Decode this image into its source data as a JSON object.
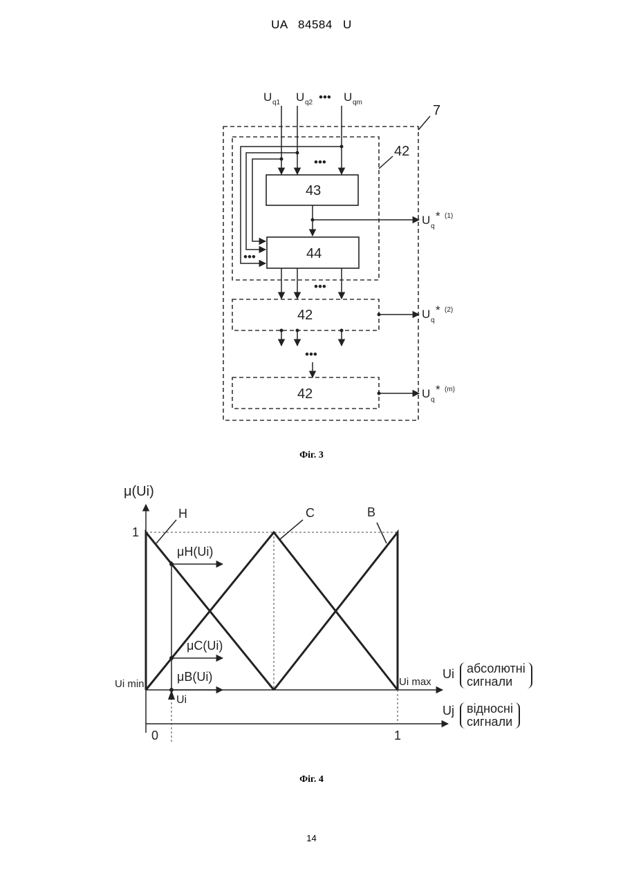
{
  "header": {
    "doc_number": "UA   84584   U"
  },
  "fig3": {
    "caption": "Фіг. 3",
    "block_7_label": "7",
    "block_42_label": "42",
    "block_43_label": "43",
    "block_44_label": "44",
    "stage2_label": "42",
    "stagem_label": "42",
    "input_symbol": "U",
    "input_subscripts": [
      "q1",
      "q2",
      "qm"
    ],
    "ellipsis": "•••",
    "output_symbol": "U",
    "output_sub": "q",
    "output_star": "*",
    "output_indices": [
      "(1)",
      "(2)",
      "(m)"
    ]
  },
  "fig4": {
    "caption": "Фіг. 4",
    "y_axis_label": "μ(Ui)",
    "y_tick_1": "1",
    "curve_labels": [
      "Н",
      "С",
      "В"
    ],
    "mu_h_label": "μН(Ui)",
    "mu_c_label": "μС(Ui)",
    "mu_b_label": "μВ(Ui)",
    "u_min_label": "Ui min",
    "u_max_label": "Ui max",
    "u_i_marker": "Ui",
    "axis_abs_symbol": "Ui",
    "axis_abs_line1": "абсолютні",
    "axis_abs_line2": "сигнали",
    "axis_rel_symbol": "Uj",
    "axis_rel_line1": "відносні",
    "axis_rel_line2": "сигнали",
    "rel_tick_0": "0",
    "rel_tick_1": "1"
  },
  "page_number": "14"
}
